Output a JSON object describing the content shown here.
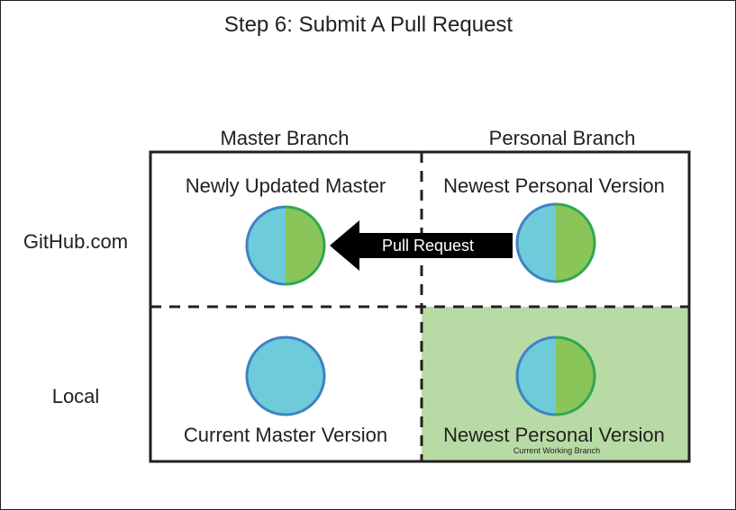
{
  "title": "Step 6: Submit A Pull Request",
  "columns": {
    "master": "Master Branch",
    "personal": "Personal Branch"
  },
  "rows": {
    "github": "GitHub.com",
    "local": "Local"
  },
  "cells": {
    "github_master": "Newly Updated Master",
    "github_personal": "Newest Personal Version",
    "local_master": "Current Master Version",
    "local_personal": "Newest Personal Version",
    "local_personal_sub": "Current Working Branch"
  },
  "arrow": {
    "label": "Pull Request"
  },
  "colors": {
    "blue": "#6ecbd9",
    "green": "#8ac559",
    "blue_stroke": "#3f82c4",
    "green_stroke": "#2fa84f",
    "highlight": "#b8dba5",
    "ink": "#231f20"
  }
}
